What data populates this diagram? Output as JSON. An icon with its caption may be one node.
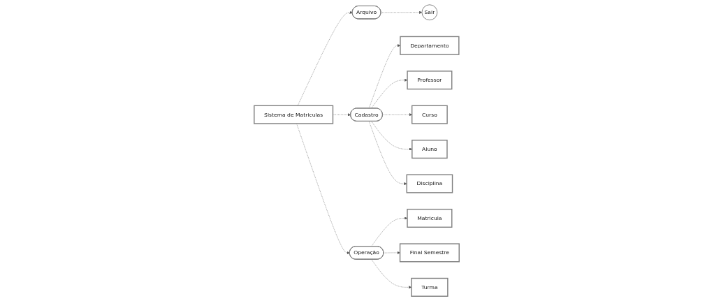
{
  "diagram": {
    "nodes": [
      {
        "text": [
          "Sistema de Matriculas"
        ]
      },
      {
        "text": [
          "Arquivo"
        ]
      },
      {
        "text": [
          "Cadastro"
        ]
      },
      {
        "text": [
          "Departamento"
        ]
      },
      {
        "text": [
          "Professor"
        ]
      },
      {
        "text": [
          "Sair"
        ]
      },
      {
        "text": [
          "Operação"
        ]
      },
      {
        "text": [
          "Matricula"
        ]
      },
      {
        "text": [
          "Curso"
        ]
      },
      {
        "text": [
          "Aluno"
        ]
      },
      {
        "text": [
          "Final Semestre"
        ]
      },
      {
        "text": [
          "Turma"
        ]
      },
      {
        "text": [
          "Disciplina"
        ]
      }
    ],
    "edges": [
      {
        "from": 0,
        "to": 1,
        "arrow": "to",
        "style": "dashed"
      },
      {
        "from": 0,
        "to": 2,
        "arrow": "to",
        "style": "dashed"
      },
      {
        "from": 1,
        "to": 5,
        "arrow": "to",
        "style": "dashed"
      },
      {
        "from": 0,
        "to": 6,
        "arrow": "to",
        "style": "dashed"
      },
      {
        "from": 2,
        "to": 3,
        "arrow": "to",
        "style": "dashed"
      },
      {
        "from": 2,
        "to": 4,
        "arrow": "to",
        "style": "dashed"
      },
      {
        "from": 2,
        "to": 8,
        "arrow": "to",
        "style": "dashed"
      },
      {
        "from": 2,
        "to": 9,
        "arrow": "to",
        "style": "dashed"
      },
      {
        "from": 2,
        "to": 12,
        "arrow": "to",
        "style": "dashed"
      },
      {
        "from": 6,
        "to": 7,
        "arrow": "to",
        "style": "dashed"
      },
      {
        "from": 6,
        "to": 10,
        "arrow": "to",
        "style": "dashed"
      },
      {
        "from": 6,
        "to": 11,
        "arrow": "to",
        "style": "dashed"
      }
    ]
  }
}
